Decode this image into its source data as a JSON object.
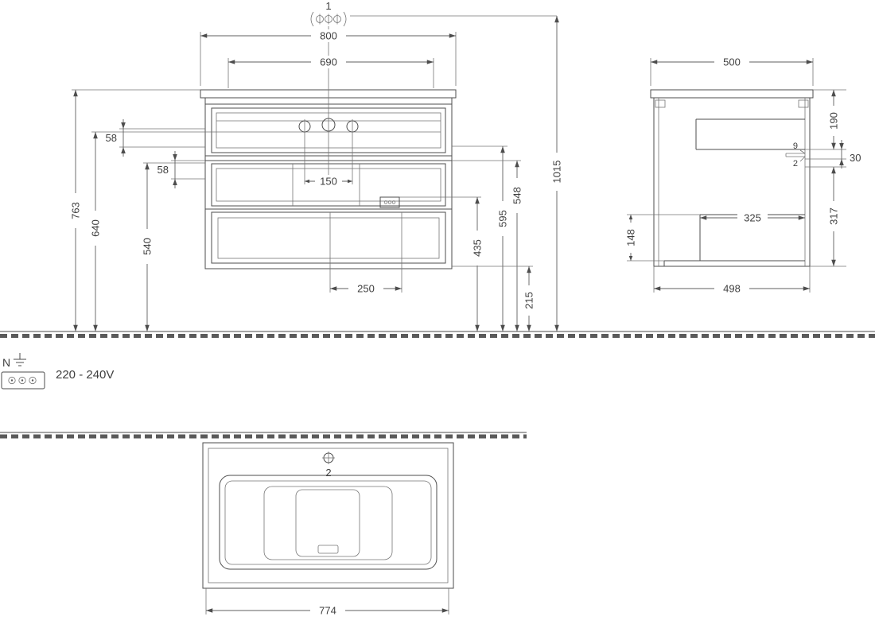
{
  "callouts": {
    "tap_hole_ref": "1",
    "basin_ref": "2"
  },
  "electrical": {
    "neutral_label": "N",
    "voltage": "220 - 240V"
  },
  "front_view": {
    "width_overall": "800",
    "width_inner": "690",
    "drawer_front_height_top": "58",
    "drawer_front_height_bottom": "58",
    "height_worktop": "763",
    "height_basin_underside": "640",
    "height_drawer_top": "540",
    "tap_hole_spacing": "150",
    "siphon_cutout_width": "250",
    "height_socket": "435",
    "height_595": "595",
    "height_548": "548",
    "height_tap": "1015",
    "height_clearance": "215"
  },
  "side_view": {
    "depth_overall": "500",
    "height_top_section": "190",
    "gap_30": "30",
    "panel_9": "9",
    "panel_2": "2",
    "height_lower_section": "317",
    "depth_shelf": "325",
    "height_shelf": "148",
    "depth_body": "498"
  },
  "plan_view": {
    "width_basin": "774"
  }
}
